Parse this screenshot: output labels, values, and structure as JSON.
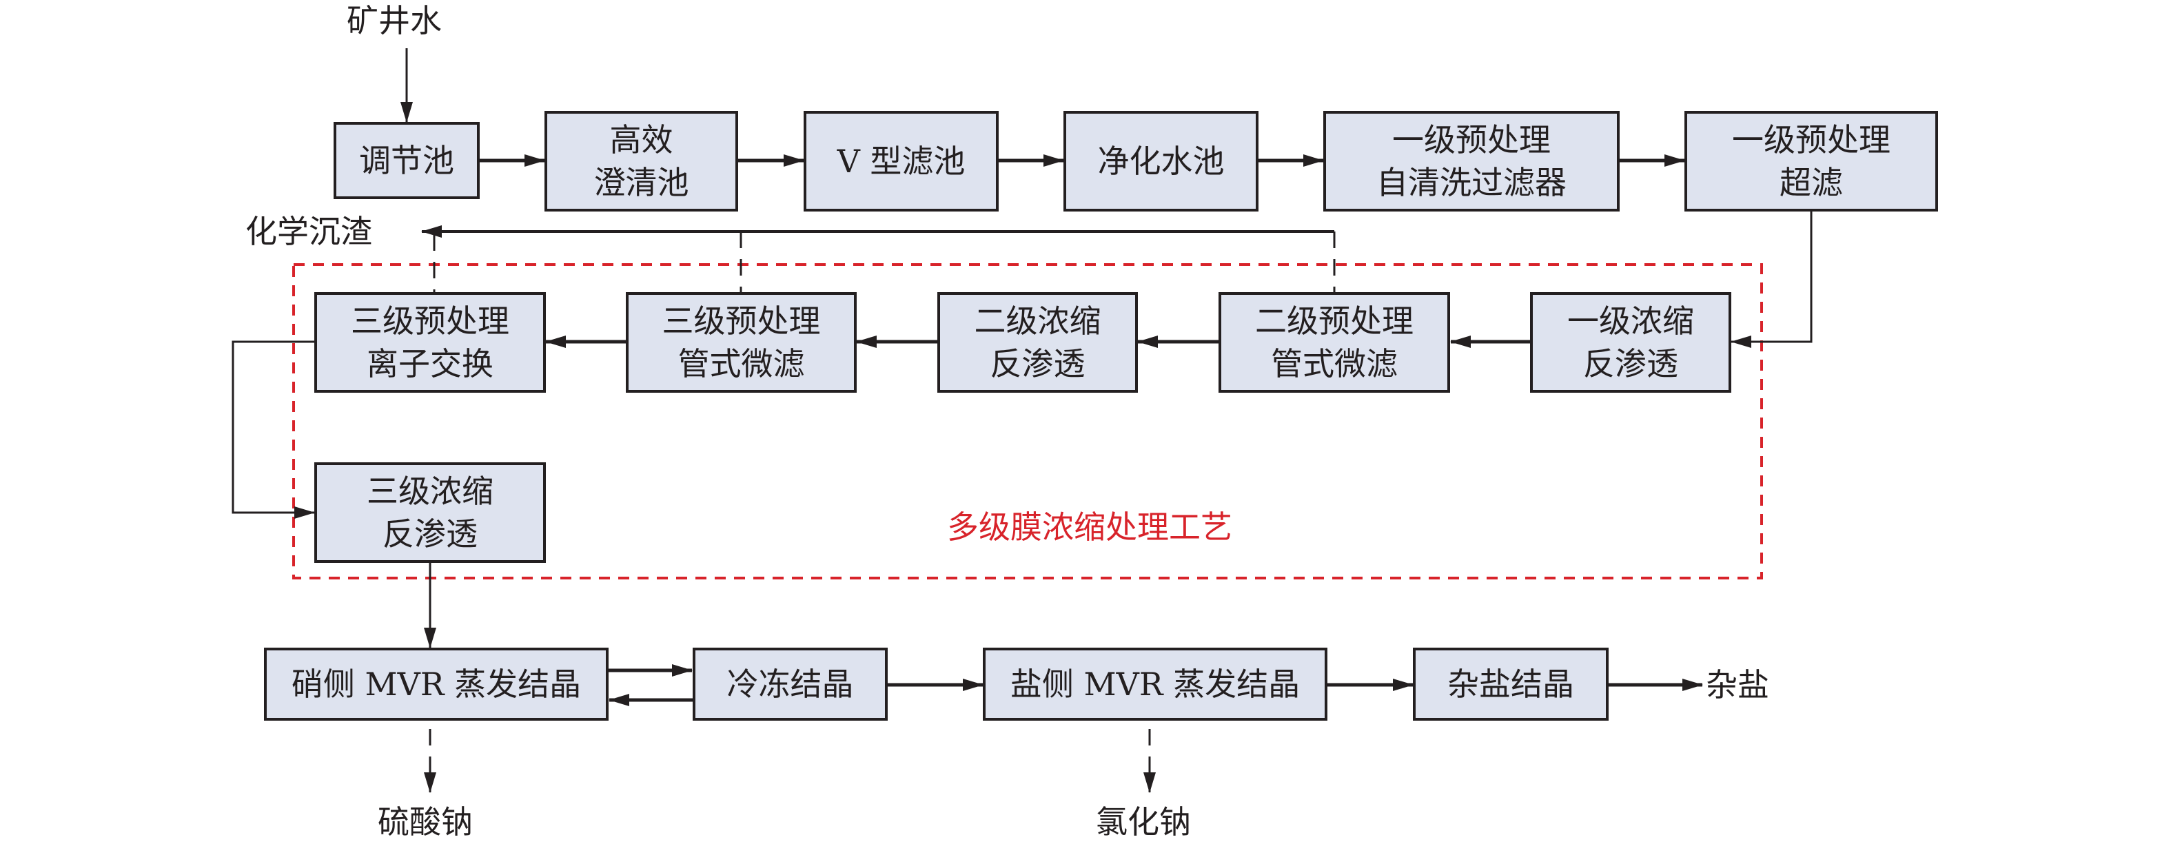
{
  "diagram": {
    "type": "process-flowchart",
    "colors": {
      "box_fill": "#dee3ef",
      "box_border": "#231f20",
      "line": "#231f20",
      "membrane_group": "#d8232a"
    },
    "inputs": {
      "mine_water": "矿井水"
    },
    "outputs": {
      "chemical_sludge": "化学沉渣",
      "sodium_sulfate": "硫酸钠",
      "sodium_chloride": "氯化钠",
      "mixed_salt": "杂盐"
    },
    "group_label": "多级膜浓缩处理工艺",
    "nodes": {
      "regulating_tank": {
        "lines": [
          "调节池"
        ]
      },
      "clarifier": {
        "lines": [
          "高效",
          "澄清池"
        ]
      },
      "v_filter": {
        "lines": [
          "V 型滤池"
        ]
      },
      "clean_water_tank": {
        "lines": [
          "净化水池"
        ]
      },
      "pre1_self_cleaning": {
        "lines": [
          "一级预处理",
          "自清洗过滤器"
        ]
      },
      "pre1_ultrafiltration": {
        "lines": [
          "一级预处理",
          "超滤"
        ]
      },
      "conc1_ro": {
        "lines": [
          "一级浓缩",
          "反渗透"
        ]
      },
      "pre2_tubular_mf": {
        "lines": [
          "二级预处理",
          "管式微滤"
        ]
      },
      "conc2_ro": {
        "lines": [
          "二级浓缩",
          "反渗透"
        ]
      },
      "pre3_tubular_mf": {
        "lines": [
          "三级预处理",
          "管式微滤"
        ]
      },
      "pre3_ion_exchange": {
        "lines": [
          "三级预处理",
          "离子交换"
        ]
      },
      "conc3_ro": {
        "lines": [
          "三级浓缩",
          "反渗透"
        ]
      },
      "nitrate_mvr": {
        "lines": [
          "硝侧 MVR 蒸发结晶"
        ]
      },
      "freeze_crystal": {
        "lines": [
          "冷冻结晶"
        ]
      },
      "salt_mvr": {
        "lines": [
          "盐侧 MVR 蒸发结晶"
        ]
      },
      "mixed_salt_crystal": {
        "lines": [
          "杂盐结晶"
        ]
      }
    },
    "edges": [
      {
        "from": "mine_water",
        "to": "regulating_tank",
        "style": "solid"
      },
      {
        "from": "regulating_tank",
        "to": "clarifier",
        "style": "solid"
      },
      {
        "from": "clarifier",
        "to": "v_filter",
        "style": "solid"
      },
      {
        "from": "v_filter",
        "to": "clean_water_tank",
        "style": "solid"
      },
      {
        "from": "clean_water_tank",
        "to": "pre1_self_cleaning",
        "style": "solid"
      },
      {
        "from": "pre1_self_cleaning",
        "to": "pre1_ultrafiltration",
        "style": "solid"
      },
      {
        "from": "pre1_ultrafiltration",
        "to": "conc1_ro",
        "style": "solid"
      },
      {
        "from": "conc1_ro",
        "to": "pre2_tubular_mf",
        "style": "solid"
      },
      {
        "from": "pre2_tubular_mf",
        "to": "conc2_ro",
        "style": "solid"
      },
      {
        "from": "conc2_ro",
        "to": "pre3_tubular_mf",
        "style": "solid"
      },
      {
        "from": "pre3_tubular_mf",
        "to": "pre3_ion_exchange",
        "style": "solid"
      },
      {
        "from": "pre3_ion_exchange",
        "to": "conc3_ro",
        "style": "solid"
      },
      {
        "from": "conc3_ro",
        "to": "nitrate_mvr",
        "style": "solid"
      },
      {
        "from": "nitrate_mvr",
        "to": "freeze_crystal",
        "style": "solid"
      },
      {
        "from": "freeze_crystal",
        "to": "nitrate_mvr",
        "style": "solid"
      },
      {
        "from": "freeze_crystal",
        "to": "salt_mvr",
        "style": "solid"
      },
      {
        "from": "salt_mvr",
        "to": "mixed_salt_crystal",
        "style": "solid"
      },
      {
        "from": "mixed_salt_crystal",
        "to": "mixed_salt",
        "style": "solid"
      },
      {
        "from": "pre2_tubular_mf",
        "to": "chemical_sludge",
        "style": "dashed"
      },
      {
        "from": "pre3_tubular_mf",
        "to": "chemical_sludge",
        "style": "dashed"
      },
      {
        "from": "pre3_ion_exchange",
        "to": "chemical_sludge",
        "style": "dashed"
      },
      {
        "from": "nitrate_mvr",
        "to": "sodium_sulfate",
        "style": "dashed"
      },
      {
        "from": "salt_mvr",
        "to": "sodium_chloride",
        "style": "dashed"
      }
    ]
  }
}
